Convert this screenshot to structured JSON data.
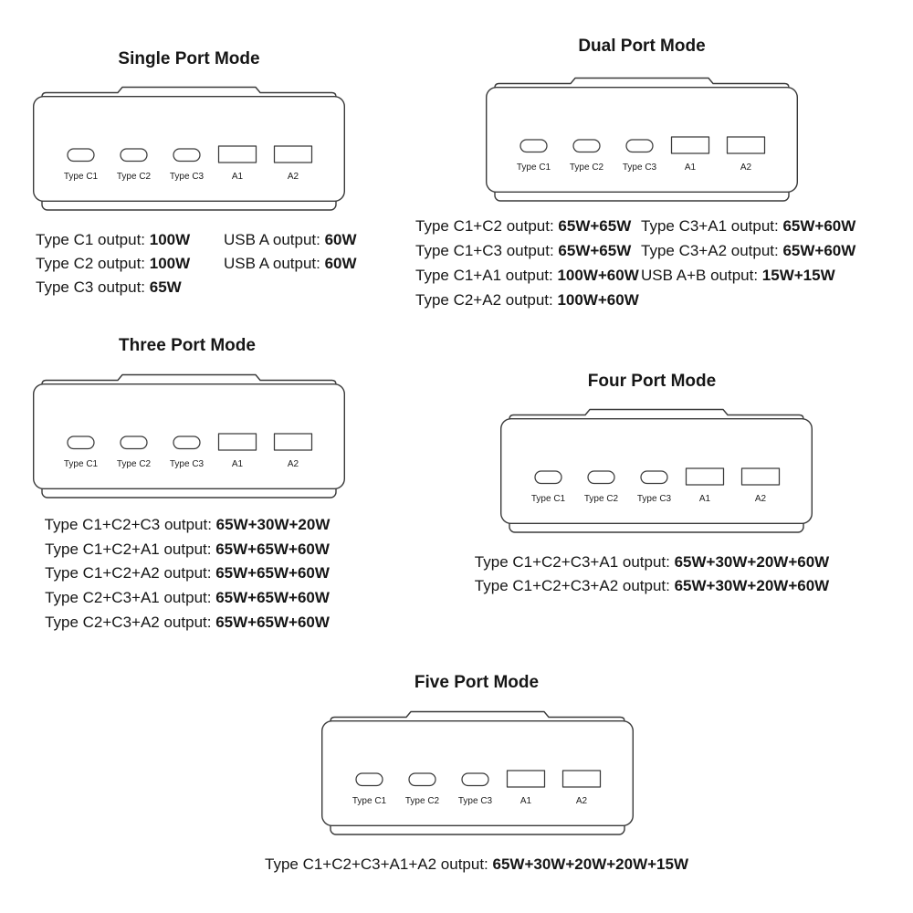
{
  "page": {
    "background": "#ffffff",
    "text_color": "#1a1a1a",
    "line_color": "#3a3a3a"
  },
  "device": {
    "port_labels": [
      "Type C1",
      "Type C2",
      "Type C3",
      "A1",
      "A2"
    ]
  },
  "sections": [
    {
      "title": "Single Port Mode",
      "columns": [
        {
          "lines": [
            {
              "label": "Type C1 output: ",
              "value": "100W"
            },
            {
              "label": "Type C2 output: ",
              "value": "100W"
            },
            {
              "label": "Type C3 output: ",
              "value": "65W"
            }
          ]
        },
        {
          "lines": [
            {
              "label": "USB A output: ",
              "value": "60W"
            },
            {
              "label": "USB A output: ",
              "value": "60W"
            }
          ]
        }
      ]
    },
    {
      "title": "Dual Port Mode",
      "columns": [
        {
          "lines": [
            {
              "label": "Type C1+C2 output: ",
              "value": "65W+65W"
            },
            {
              "label": "Type C1+C3 output: ",
              "value": "65W+65W"
            },
            {
              "label": "Type C1+A1 output: ",
              "value": "100W+60W"
            },
            {
              "label": "Type C2+A2 output: ",
              "value": "100W+60W"
            }
          ]
        },
        {
          "lines": [
            {
              "label": "Type C3+A1 output: ",
              "value": "65W+60W"
            },
            {
              "label": "Type C3+A2 output: ",
              "value": "65W+60W"
            },
            {
              "label": "USB A+B output: ",
              "value": "15W+15W"
            }
          ]
        }
      ]
    },
    {
      "title": "Three Port Mode",
      "lines": [
        {
          "label": "Type C1+C2+C3 output: ",
          "value": "65W+30W+20W"
        },
        {
          "label": "Type C1+C2+A1 output: ",
          "value": "65W+65W+60W"
        },
        {
          "label": "Type C1+C2+A2 output: ",
          "value": "65W+65W+60W"
        },
        {
          "label": "Type C2+C3+A1 output: ",
          "value": "65W+65W+60W"
        },
        {
          "label": "Type C2+C3+A2 output: ",
          "value": "65W+65W+60W"
        }
      ]
    },
    {
      "title": "Four Port Mode",
      "lines": [
        {
          "label": "Type C1+C2+C3+A1 output: ",
          "value": "65W+30W+20W+60W"
        },
        {
          "label": "Type C1+C2+C3+A2 output: ",
          "value": "65W+30W+20W+60W"
        }
      ]
    },
    {
      "title": "Five Port Mode",
      "lines": [
        {
          "label": "Type C1+C2+C3+A1+A2 output: ",
          "value": "65W+30W+20W+20W+15W"
        }
      ]
    }
  ]
}
